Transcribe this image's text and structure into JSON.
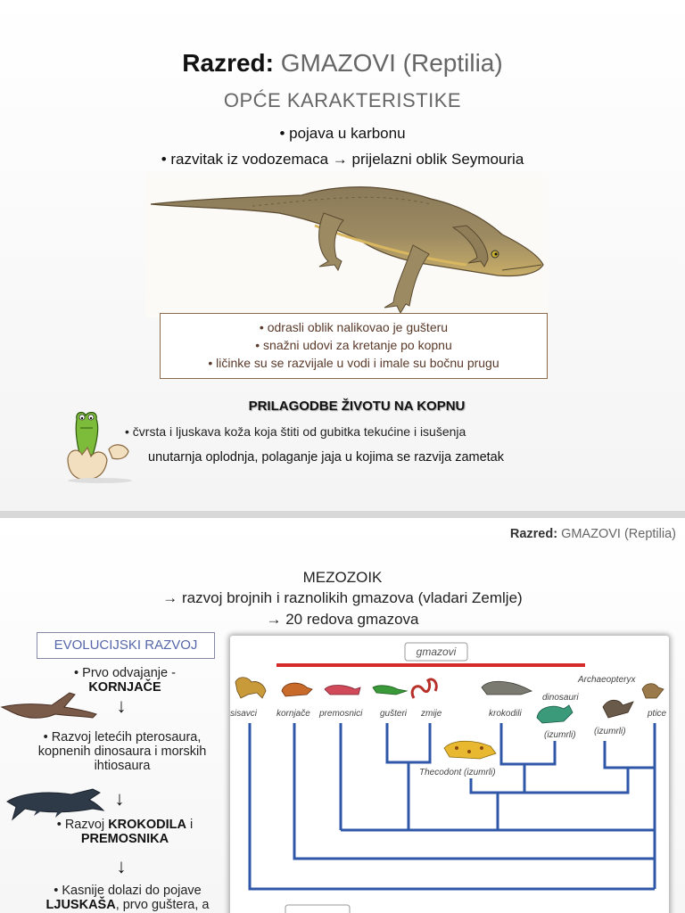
{
  "slide1": {
    "title_bold": "Razred:",
    "title_rest": "GMAZOVI (Reptilia)",
    "subtitle": "OPĆE KARAKTERISTIKE",
    "bullets": [
      "• pojava u karbonu",
      "• razvitak iz vodozemaca → prijelazni oblik Seymouria"
    ],
    "characteristics": [
      "•    odrasli oblik nalikovao je gušteru",
      "•    snažni udovi za kretanje po kopnu",
      "•    ličinke su se razvijale u vodi i imale su bočnu prugu"
    ],
    "adaptations_title": "PRILAGODBE ŽIVOTU NA KOPNU",
    "adaptations": [
      "•    čvrsta i ljuskava koža koja štiti od gubitka tekućine i isušenja",
      "unutarnja oplodnja, polaganje jaja u kojima se razvija zametak"
    ]
  },
  "slide2": {
    "header_bold": "Razred:",
    "header_rest": "GMAZOVI (Reptilia)",
    "era": "MEZOZOIK",
    "era_line1": "→ razvoj brojnih i raznolikih gmazova (vladari Zemlje)",
    "era_line2": "→ 20 redova gmazova",
    "evo_box": "EVOLUCIJSKI RAZVOJ",
    "evo_steps": {
      "s1a": "•    Prvo odvajanje -",
      "s1b": "KORNJAČE",
      "s2a": "•    Razvoj letećih",
      "s2b": "pterosaura,",
      "s2c": "kopnenih dinosaura i morskih",
      "s2d": "ihtiosaura",
      "s3a": "•    Razvoj",
      "s3b": "KROKODILA",
      "s3c": "i",
      "s3d": "PREMOSNIKA",
      "s4a": "•    Kasnije dolazi do pojave",
      "s4b": "LJUSKAŠA",
      "s4c": ", prvo guštera, a"
    },
    "arrow_glyph": "↓",
    "tree": {
      "root_label": "gmazovi",
      "labels": {
        "sisavci": "sisavci",
        "kornjace": "kornjače",
        "premosnici": "premosnici",
        "gusteri": "gušteri",
        "zmije": "zmije",
        "krokodili": "krokodili",
        "dinosauri": "dinosauri",
        "dino_extinct": "(izumrli)",
        "archaeopteryx": "Archaeopteryx",
        "arch_extinct": "(izumrli)",
        "ptice": "ptice",
        "thecodont": "Thecodont (izumrli)"
      },
      "line_color": "#2f57a8",
      "bar_color": "#d42a2a"
    }
  }
}
